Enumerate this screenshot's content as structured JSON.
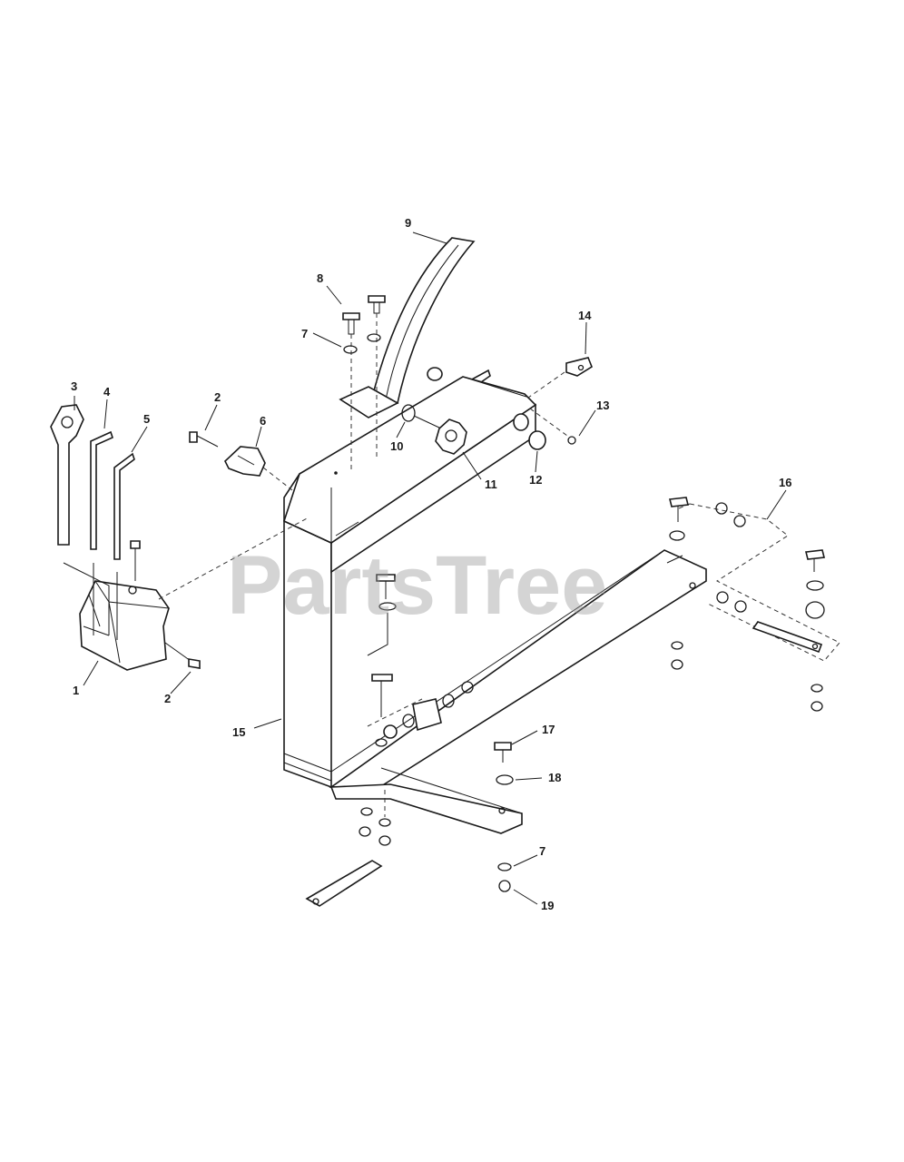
{
  "watermark": "PartsTree",
  "callouts": {
    "c1": "1",
    "c2a": "2",
    "c2b": "2",
    "c3": "3",
    "c4": "4",
    "c5": "5",
    "c6": "6",
    "c7a": "7",
    "c7b": "7",
    "c8": "8",
    "c9": "9",
    "c10": "10",
    "c11": "11",
    "c12": "12",
    "c13": "13",
    "c14": "14",
    "c15": "15",
    "c16": "16",
    "c17": "17",
    "c18": "18",
    "c19": "19"
  }
}
